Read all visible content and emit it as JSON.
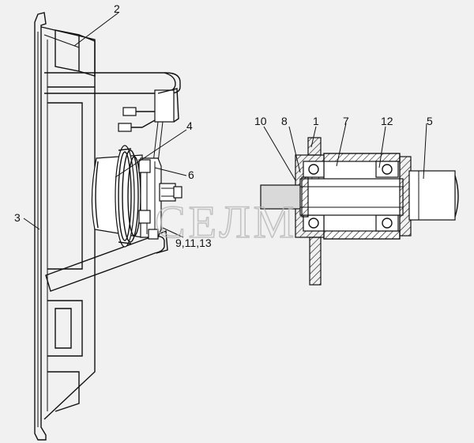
{
  "callouts": {
    "c1": "1",
    "c2": "2",
    "c3": "3",
    "c4": "4",
    "c5": "5",
    "c6": "6",
    "c7": "7",
    "c8": "8",
    "c10": "10",
    "c12": "12",
    "c9_11_13": "9,11,13"
  },
  "watermark": "СЕЛМ",
  "colors": {
    "background": "#f1f1f1",
    "ink": "#111111",
    "watermark": "#b8b8b8"
  }
}
